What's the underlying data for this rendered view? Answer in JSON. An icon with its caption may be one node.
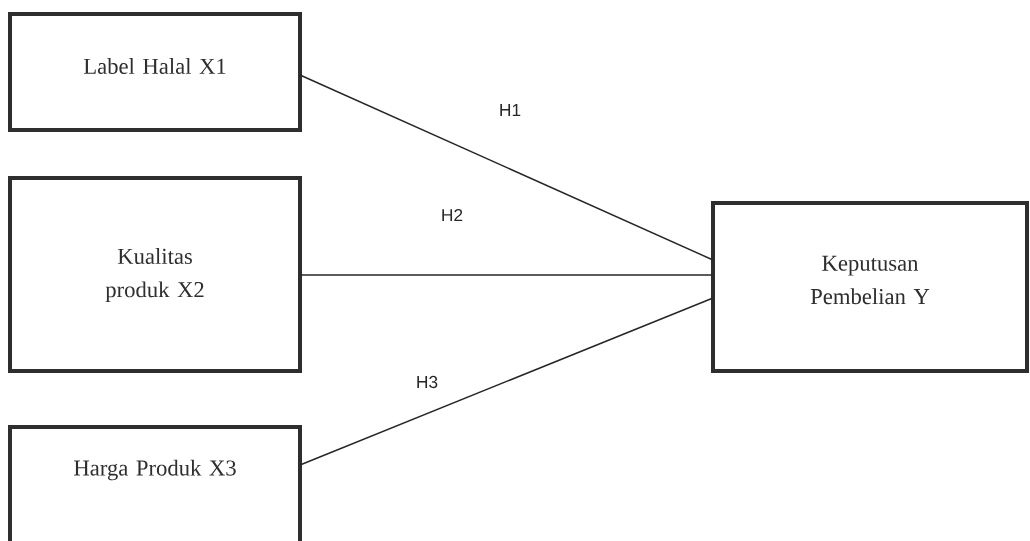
{
  "diagram": {
    "nodes": [
      {
        "text": [
          "Label Halal X1"
        ]
      },
      {
        "text": [
          "Kualitas produk X2"
        ]
      },
      {
        "text": [
          "Harga Produk X3"
        ]
      },
      {
        "text": [
          "Keputusan Pembelian Y"
        ]
      }
    ],
    "edges": [
      {
        "from": 0,
        "to": 3,
        "arrow": "none",
        "label": "H1"
      },
      {
        "from": 1,
        "to": 3,
        "arrow": "none",
        "label": "H2"
      },
      {
        "from": 2,
        "to": 3,
        "arrow": "none",
        "label": "H3"
      }
    ]
  }
}
